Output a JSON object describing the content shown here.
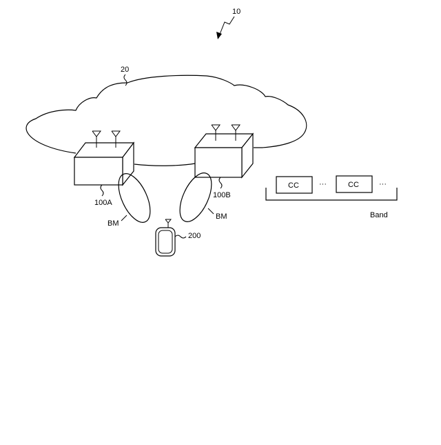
{
  "labels": {
    "system": "10",
    "network": "20",
    "base_station_a": "100A",
    "base_station_b": "100B",
    "beam_a": "BM",
    "beam_b": "BM",
    "terminal": "200",
    "component_carrier_1": "CC",
    "component_carrier_2": "CC",
    "ellipsis_1": "···",
    "ellipsis_2": "···",
    "band": "Band"
  }
}
